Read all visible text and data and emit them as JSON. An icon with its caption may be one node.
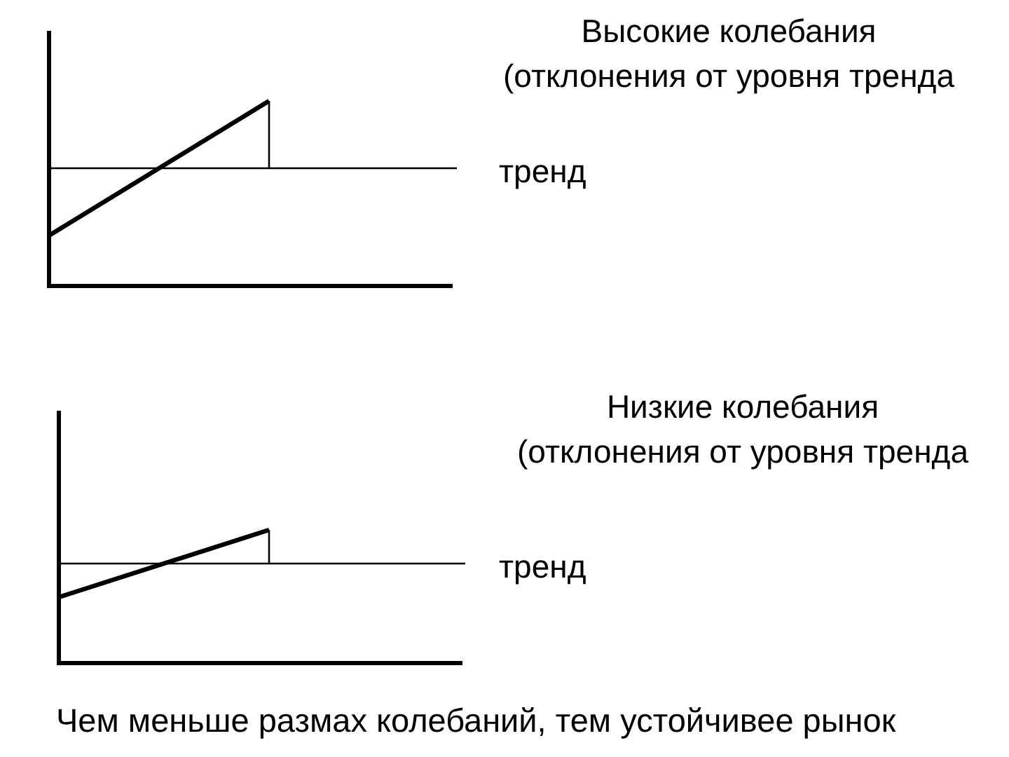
{
  "diagram": {
    "caption": "Чем меньше размах колебаний, тем устойчивее рынок",
    "labels": [
      "Высокие колебания (отклонения от уровня тренда",
      "тренд",
      "Низкие колебания (отклонения от уровня тренда",
      "тренд"
    ]
  }
}
